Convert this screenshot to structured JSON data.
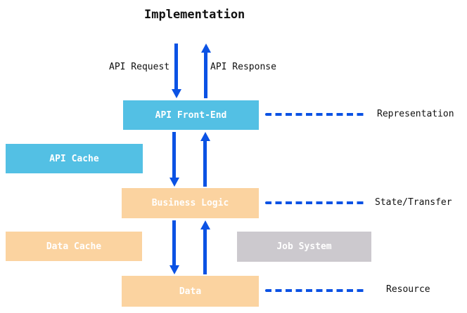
{
  "diagram": {
    "title": "Implementation",
    "flow": {
      "request_label": "API Request",
      "response_label": "API Response"
    },
    "boxes": {
      "api_front_end": {
        "label": "API Front-End",
        "color": "#53C0E4"
      },
      "api_cache": {
        "label": "API Cache",
        "color": "#53C0E4"
      },
      "business_logic": {
        "label": "Business Logic",
        "color": "#FBD3A0"
      },
      "data_cache": {
        "label": "Data Cache",
        "color": "#FBD3A0"
      },
      "job_system": {
        "label": "Job System",
        "color": "#CCC9CE"
      },
      "data": {
        "label": "Data",
        "color": "#FBD3A0"
      }
    },
    "layer_labels": {
      "representation": "Representation",
      "state_transfer": "State/Transfer",
      "resource": "Resource"
    },
    "colors": {
      "arrow_blue": "#0B52E4",
      "box_text": "#FFFFFF",
      "label_text": "#111111",
      "background": "#FFFFFF"
    }
  }
}
